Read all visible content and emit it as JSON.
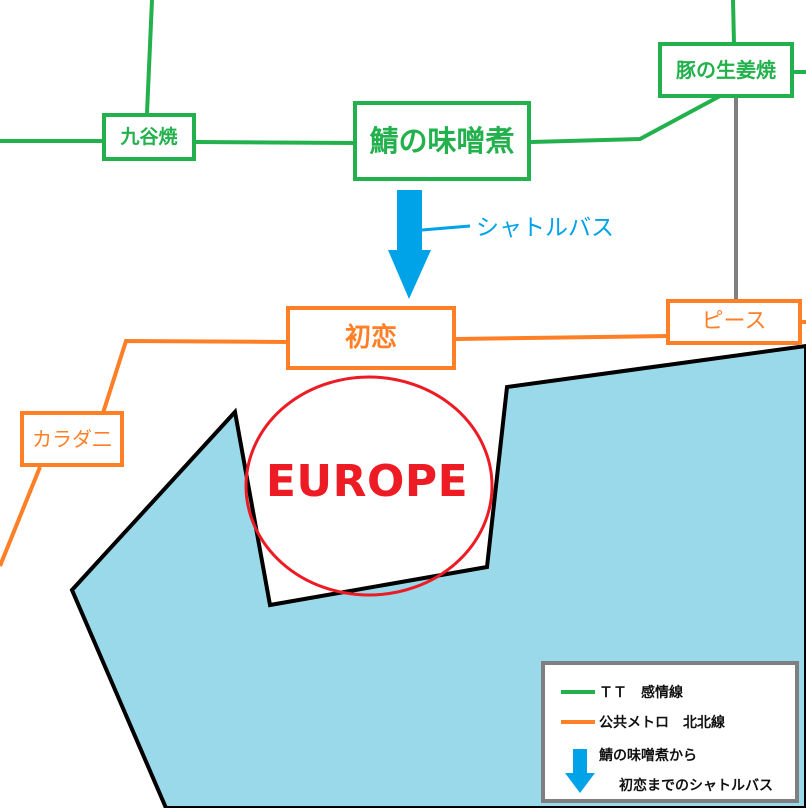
{
  "stations": {
    "kutani": "九谷焼",
    "saba": "鯖の味噌煮",
    "buta": "豚の生姜焼",
    "hatsukoi": "初恋",
    "peace": "ピース",
    "karadani": "カラダ二"
  },
  "shuttle_label": "シャトルバス",
  "region_label": "EUROPE",
  "legend": {
    "tt_line": "ＴＴ　感情線",
    "metro_line": "公共メトロ　北北線",
    "shuttle_line1": "鯖の味噌煮から",
    "shuttle_line2": "初恋までのシャトルバス"
  },
  "colors": {
    "tt_line": "#22b14c",
    "metro_line": "#ff7f27",
    "connector": "#7f7f7f",
    "shuttle": "#00a2e8",
    "land": "#99d9ea",
    "europe": "#ed1c24"
  },
  "icons": {
    "shuttle_arrow": "down-arrow-icon"
  }
}
